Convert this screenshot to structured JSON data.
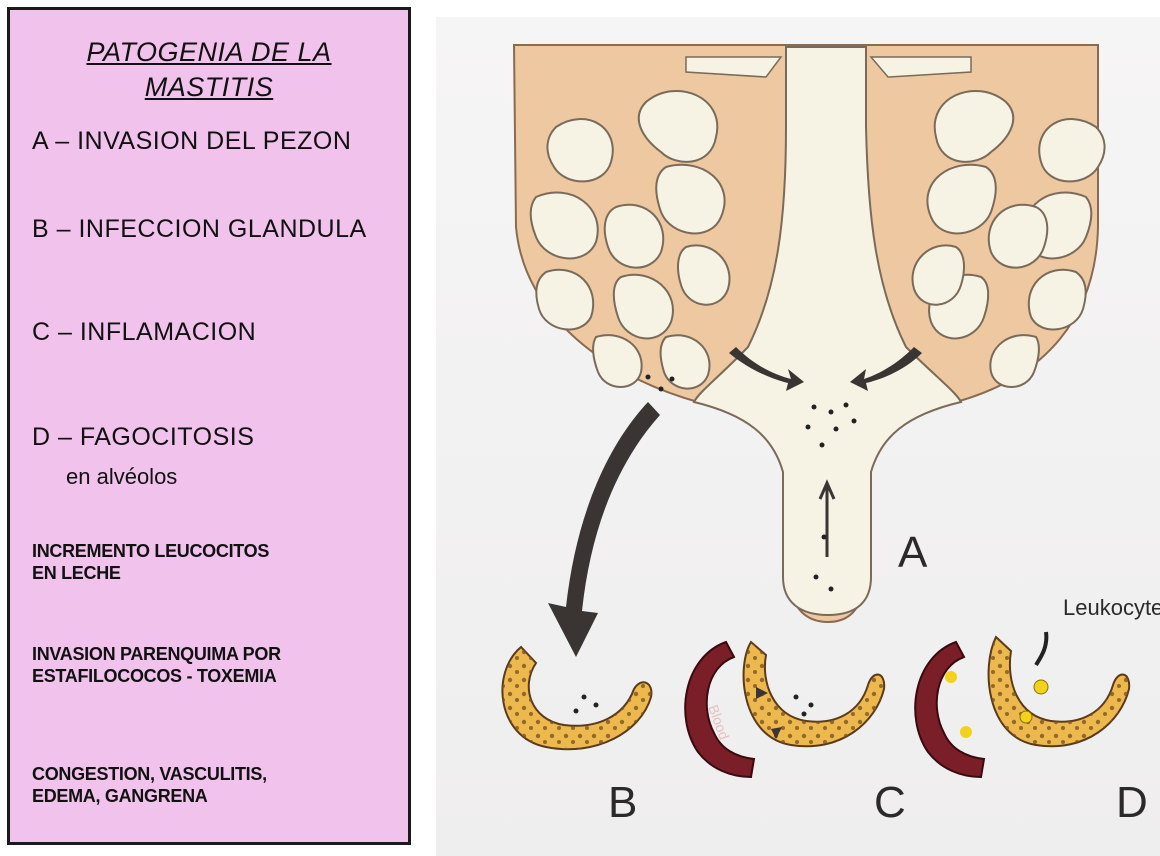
{
  "left_panel": {
    "title_line1": "PATOGENIA DE LA",
    "title_line2": "MASTITIS",
    "items": [
      "A – INVASION DEL PEZON",
      "B – INFECCION GLANDULA",
      "C – INFLAMACION",
      "D – FAGOCITOSIS"
    ],
    "item_d_sub": "en alvéolos",
    "notes": [
      {
        "line1": "INCREMENTO LEUCOCITOS",
        "line2": "EN LECHE"
      },
      {
        "line1": "INVASION PARENQUIMA POR",
        "line2": "ESTAFILOCOCOS - TOXEMIA"
      },
      {
        "line1": "CONGESTION, VASCULITIS,",
        "line2": "EDEMA, GANGRENA"
      }
    ],
    "background_color": "#f0c2ec"
  },
  "figure": {
    "labels": {
      "a": "A",
      "b": "B",
      "c": "C",
      "d": "D"
    },
    "leukocyte_label": "Leukocyte",
    "blood_label": "Blood",
    "colors": {
      "gland_tissue": "#edc8a0",
      "alveolus_lumen": "#f7f3e4",
      "vessel": "#7a1f28",
      "arrow": "#3a3432",
      "bacteria": "#222222",
      "leukocyte": "#f2d21c"
    }
  }
}
